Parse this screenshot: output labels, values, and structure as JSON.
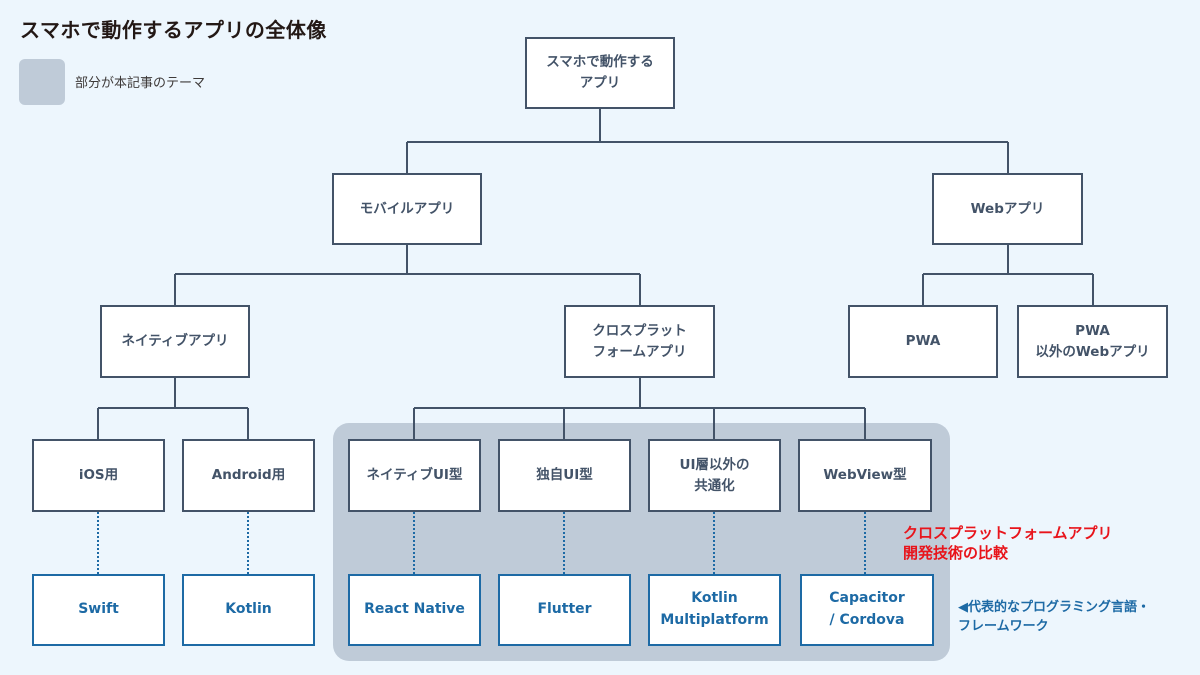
{
  "title": "スマホで動作するアプリの全体像",
  "legend": {
    "label": "部分が本記事のテーマ",
    "swatch_color": "#bfcbd8"
  },
  "nodes": {
    "root": "スマホで動作する\nアプリ",
    "mobile": "モバイルアプリ",
    "web": "Webアプリ",
    "native": "ネイティブアプリ",
    "cross": "クロスプラット\nフォームアプリ",
    "pwa": "PWA",
    "non_pwa": "PWA\n以外のWebアプリ",
    "ios": "iOS用",
    "android": "Android用",
    "native_ui": "ネイティブUI型",
    "own_ui": "独自UI型",
    "shared_non_ui": "UI層以外の\n共通化",
    "webview": "WebView型"
  },
  "technologies": {
    "swift": "Swift",
    "kotlin": "Kotlin",
    "react_native": "React Native",
    "flutter": "Flutter",
    "kmp": "Kotlin\nMultiplatform",
    "capacitor": "Capacitor\n/ Cordova"
  },
  "notes": {
    "highlight_caption": "クロスプラットフォームアプリ\n開発技術の比較",
    "tech_row_caption": "◀代表的なプログラミング言語・\nフレームワーク"
  },
  "colors": {
    "background": "#edf6fd",
    "node_border": "#435368",
    "tech_color": "#1d6aa5",
    "caption_red": "#e8141b"
  }
}
